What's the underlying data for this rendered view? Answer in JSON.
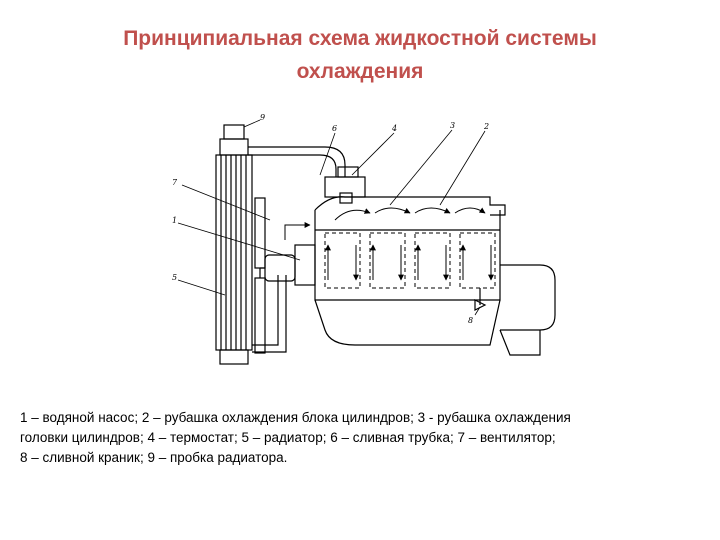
{
  "title": {
    "line1": "Принципиальная схема жидкостной системы",
    "line2": "охлаждения"
  },
  "callouts": {
    "c1": "1",
    "c2": "2",
    "c3": "3",
    "c4": "4",
    "c5": "5",
    "c6": "6",
    "c7": "7",
    "c8": "8",
    "c9": "9"
  },
  "legend": {
    "line1": "1 – водяной насос;  2 – рубашка охлаждения блока цилиндров; 3 -  рубашка охлаждения",
    "line2": "головки цилиндров; 4 – термостат; 5 – радиатор; 6 – сливная трубка; 7 – вентилятор;",
    "line3": "8 – сливной краник; 9 – пробка радиатора."
  },
  "colors": {
    "title": "#c0504d",
    "text": "#000000",
    "background": "#ffffff"
  }
}
